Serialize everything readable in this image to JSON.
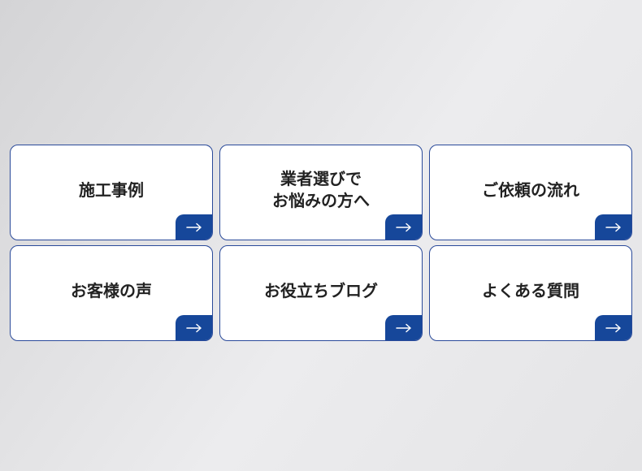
{
  "menu": {
    "items": [
      {
        "id": "cases",
        "label": "施工事例",
        "icon": "arrow-right-icon"
      },
      {
        "id": "worries",
        "label": "業者選びで\nお悩みの方へ",
        "icon": "arrow-right-icon"
      },
      {
        "id": "flow",
        "label": "ご依頼の流れ",
        "icon": "arrow-right-icon"
      },
      {
        "id": "voices",
        "label": "お客様の声",
        "icon": "arrow-right-icon"
      },
      {
        "id": "blog",
        "label": "お役立ちブログ",
        "icon": "arrow-right-icon"
      },
      {
        "id": "faq",
        "label": "よくある質問",
        "icon": "arrow-right-icon"
      }
    ]
  },
  "colors": {
    "accent": "#16479a",
    "border": "#2a4a9a",
    "text": "#222222",
    "card_bg": "#ffffff"
  }
}
